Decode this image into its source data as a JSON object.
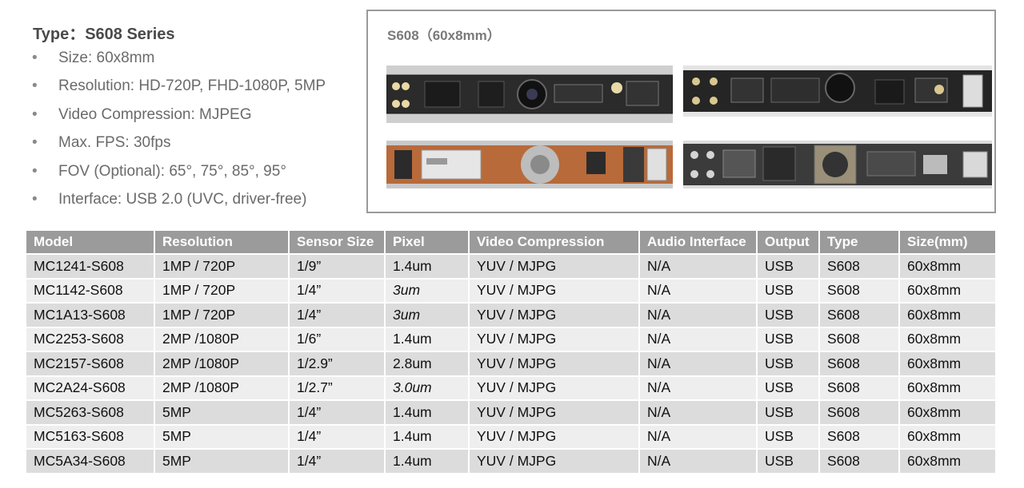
{
  "type_title": "Type：S608 Series",
  "specs": [
    {
      "bullet": "•",
      "text": "Size: 60x8mm"
    },
    {
      "bullet": "•",
      "text": "Resolution: HD-720P, FHD-1080P, 5MP"
    },
    {
      "bullet": "•",
      "text": "Video Compression: MJPEG"
    },
    {
      "bullet": "•",
      "text": "Max. FPS: 30fps"
    },
    {
      "bullet": "•",
      "text": "FOV (Optional): 65°, 75°, 85°, 95°"
    },
    {
      "bullet": "•",
      "text": "Interface: USB 2.0 (UVC, driver-free)"
    }
  ],
  "photo_title": "S608（60x8mm）",
  "table": {
    "headers": [
      "Model",
      "Resolution",
      "Sensor Size",
      "Pixel",
      "Video Compression",
      "Audio Interface",
      "Output",
      "Type",
      "Size(mm)"
    ],
    "rows": [
      [
        "MC1241-S608",
        "1MP / 720P",
        "1/9”",
        "1.4um",
        "YUV / MJPG",
        "N/A",
        "USB",
        "S608",
        "60x8mm"
      ],
      [
        "MC1142-S608",
        "1MP / 720P",
        "1/4”",
        "3um",
        "YUV / MJPG",
        "N/A",
        "USB",
        "S608",
        "60x8mm"
      ],
      [
        "MC1A13-S608",
        "1MP / 720P",
        "1/4”",
        "3um",
        "YUV / MJPG",
        "N/A",
        "USB",
        "S608",
        "60x8mm"
      ],
      [
        "MC2253-S608",
        "2MP /1080P",
        "1/6”",
        "1.4um",
        "YUV / MJPG",
        "N/A",
        "USB",
        "S608",
        "60x8mm"
      ],
      [
        "MC2157-S608",
        "2MP /1080P",
        "1/2.9”",
        "2.8um",
        "YUV / MJPG",
        "N/A",
        "USB",
        "S608",
        "60x8mm"
      ],
      [
        "MC2A24-S608",
        "2MP /1080P",
        "1/2.7”",
        "3.0um",
        "YUV / MJPG",
        "N/A",
        "USB",
        "S608",
        "60x8mm"
      ],
      [
        "MC5263-S608",
        "5MP",
        "1/4”",
        "1.4um",
        "YUV / MJPG",
        "N/A",
        "USB",
        "S608",
        "60x8mm"
      ],
      [
        "MC5163-S608",
        "5MP",
        "1/4”",
        "1.4um",
        "YUV / MJPG",
        "N/A",
        "USB",
        "S608",
        "60x8mm"
      ],
      [
        "MC5A34-S608",
        "5MP",
        "1/4”",
        "1.4um",
        "YUV / MJPG",
        "N/A",
        "USB",
        "S608",
        "60x8mm"
      ]
    ],
    "italic_pixel_rows": [
      1,
      2,
      5
    ]
  }
}
